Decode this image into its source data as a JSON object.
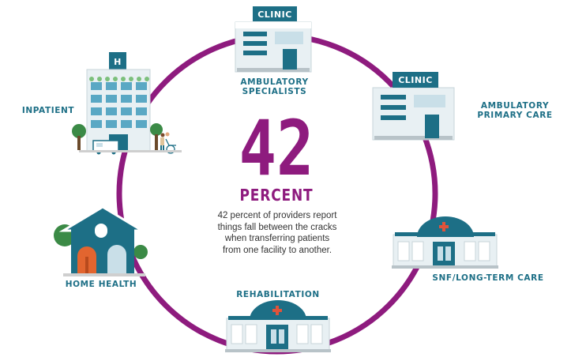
{
  "headline": {
    "number": "42",
    "unit": "PERCENT",
    "description_lines": [
      "42 percent of providers report",
      "things fall between the cracks",
      "when transferring patients",
      "from one facility to another."
    ]
  },
  "nodes": {
    "inpatient": {
      "label": [
        "INPATIENT"
      ],
      "sign": "H"
    },
    "ambulatory_specialists": {
      "label": [
        "AMBULATORY",
        "SPECIALISTS"
      ],
      "sign": "CLINIC"
    },
    "ambulatory_primary_care": {
      "label": [
        "AMBULATORY",
        "PRIMARY CARE"
      ],
      "sign": "CLINIC"
    },
    "snf_long_term_care": {
      "label": [
        "SNF/LONG-TERM CARE"
      ]
    },
    "rehabilitation": {
      "label": [
        "REHABILITATION"
      ]
    },
    "home_health": {
      "label": [
        "HOME HEALTH"
      ]
    }
  },
  "colors": {
    "ring": "#8e1b7e",
    "headline": "#8e1b7e",
    "label": "#1d6f86",
    "building_teal": "#1d6f86",
    "window_blue": "#c9dfe8",
    "tree_green": "#3b8a46",
    "door_orange": "#e2652f",
    "cross_red": "#e0533a"
  }
}
